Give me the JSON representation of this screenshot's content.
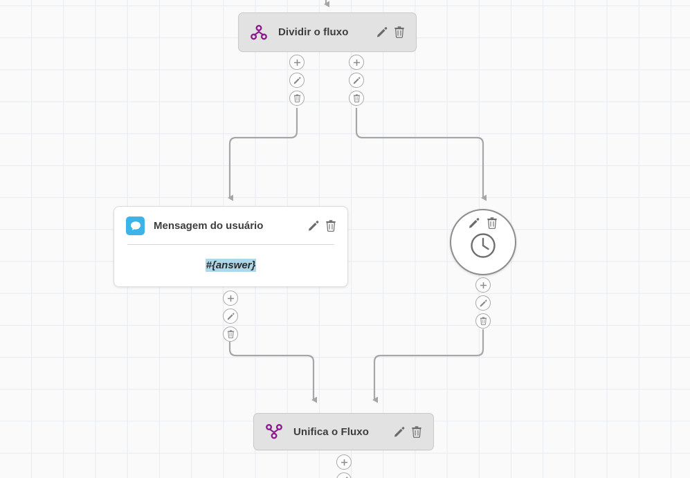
{
  "canvas": {
    "background_color": "#fafafa",
    "grid_color": "#e6ebf2",
    "grid_size": 46
  },
  "colors": {
    "purple_icon": "#8e1a8e",
    "chat_icon_blue": "#3cb4e7",
    "node_gray_bg": "#e2e2e2",
    "node_white_bg": "#ffffff",
    "edge_gray": "#a6a6a6",
    "highlight_blue": "#aed8ea",
    "title_text": "#3d3d3d"
  },
  "nodes": {
    "split": {
      "title": "Dividir o fluxo",
      "icon": "split-flow-icon",
      "edit_label": "Editar",
      "delete_label": "Excluir"
    },
    "user_message": {
      "title": "Mensagem do usuário",
      "icon": "chat-bubble-icon",
      "variable": "#{answer}",
      "edit_label": "Editar",
      "delete_label": "Excluir"
    },
    "timer": {
      "icon": "clock-icon",
      "edit_label": "Editar",
      "delete_label": "Excluir"
    },
    "merge": {
      "title": "Unifica o Fluxo",
      "icon": "merge-flow-icon",
      "edit_label": "Editar",
      "delete_label": "Excluir"
    }
  },
  "action_buttons": {
    "add_label": "Adicionar",
    "edit_label": "Editar",
    "delete_label": "Excluir"
  }
}
